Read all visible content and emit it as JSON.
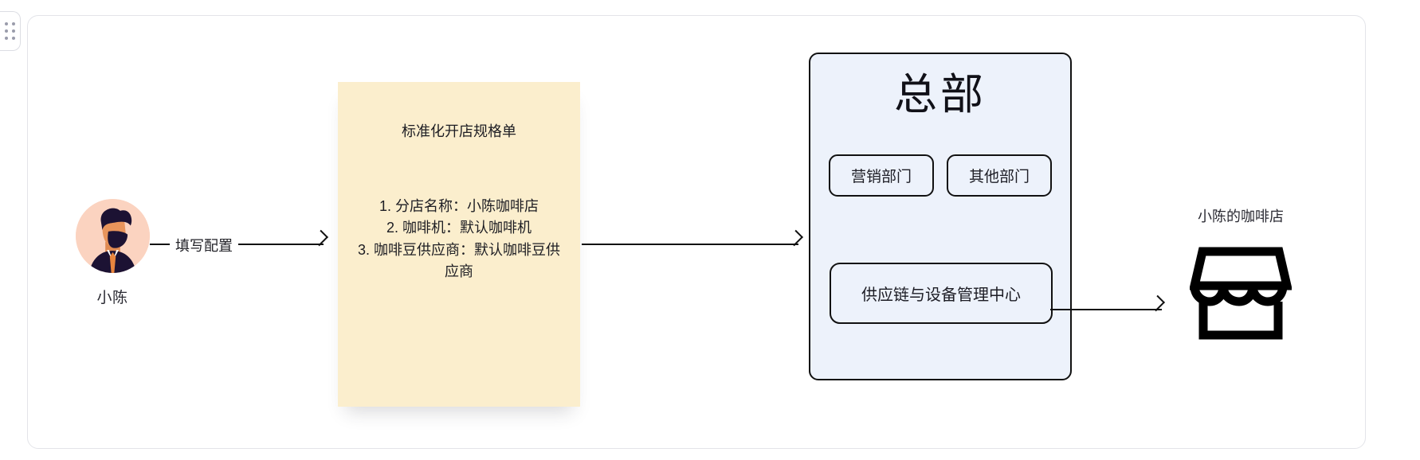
{
  "canvas": {
    "drag_handle_icon": "drag-dots-icon"
  },
  "person": {
    "avatar_icon": "person-avatar-icon",
    "label": "小陈"
  },
  "edges": [
    {
      "label": "填写配置",
      "from": "person",
      "to": "spec-note"
    },
    {
      "label": "",
      "from": "spec-note",
      "to": "headquarters"
    },
    {
      "label": "",
      "from": "supply-chain-center",
      "to": "store"
    }
  ],
  "spec_note": {
    "title": "标准化开店规格单",
    "items": [
      "1. 分店名称：小陈咖啡店",
      "2. 咖啡机：默认咖啡机",
      "3. 咖啡豆供应商：默认咖啡豆供应商"
    ]
  },
  "headquarters": {
    "title": "总部",
    "departments": [
      {
        "label": "营销部门"
      },
      {
        "label": "其他部门"
      }
    ],
    "supply_chain_center": "供应链与设备管理中心"
  },
  "store": {
    "label": "小陈的咖啡店",
    "icon": "storefront-icon"
  },
  "colors": {
    "note_bg": "#fbeecd",
    "hq_bg": "#edf2fb",
    "stroke": "#111111",
    "card_border": "#e3e4e9",
    "avatar_bg": "#fbd3c0"
  }
}
